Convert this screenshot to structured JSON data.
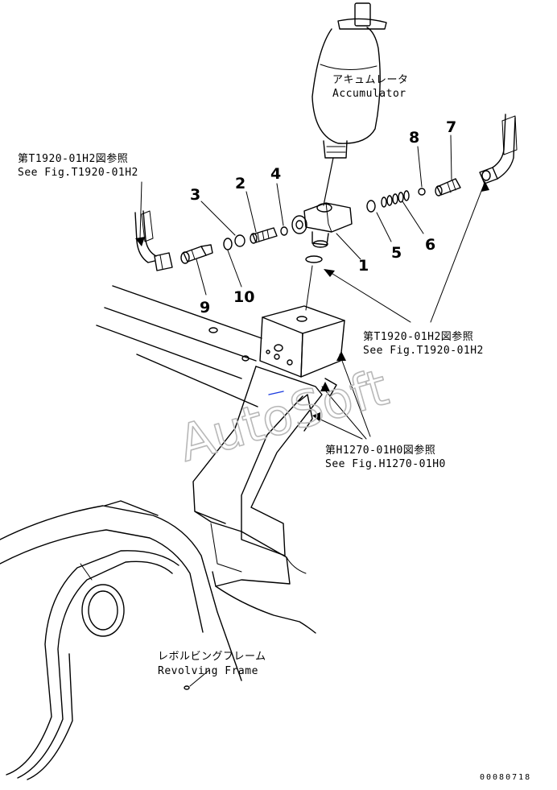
{
  "callouts": {
    "accumulator_jp": "アキュムレータ",
    "accumulator_en": "Accumulator",
    "ref_left_jp": "第T1920-01H2図参照",
    "ref_left_en": "See Fig.T1920-01H2",
    "ref_right_jp": "第T1920-01H2図参照",
    "ref_right_en": "See Fig.T1920-01H2",
    "ref_bracket_jp": "第H1270-01H0図参照",
    "ref_bracket_en": "See Fig.H1270-01H0",
    "frame_jp": "レボルビングフレーム",
    "frame_en": "Revolving Frame"
  },
  "part_numbers": [
    "1",
    "2",
    "3",
    "4",
    "5",
    "6",
    "7",
    "8",
    "9",
    "10"
  ],
  "watermark": "AutoSoft",
  "drawing_code": "00080718"
}
